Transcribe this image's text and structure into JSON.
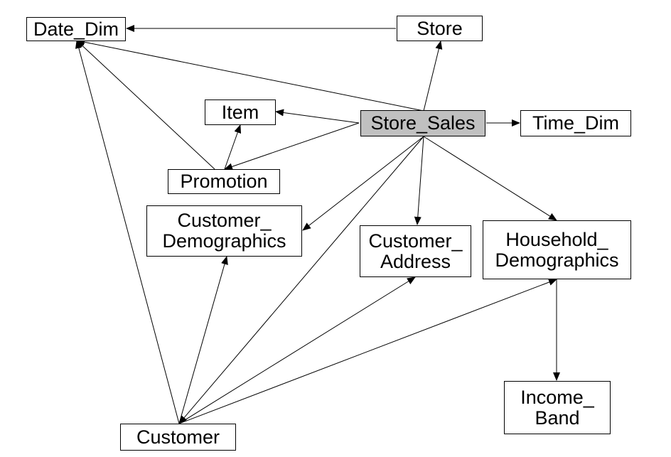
{
  "diagram": {
    "accent_color": "#c0c0c0",
    "nodes": [
      {
        "id": "date_dim",
        "label": "Date_Dim"
      },
      {
        "id": "store",
        "label": "Store"
      },
      {
        "id": "item",
        "label": "Item"
      },
      {
        "id": "store_sales",
        "label": "Store_Sales",
        "highlight": true
      },
      {
        "id": "time_dim",
        "label": "Time_Dim"
      },
      {
        "id": "promotion",
        "label": "Promotion"
      },
      {
        "id": "customer_demographics",
        "label": "Customer_\nDemographics"
      },
      {
        "id": "customer_address",
        "label": "Customer_\nAddress"
      },
      {
        "id": "household_demographics",
        "label": "Household_\nDemographics"
      },
      {
        "id": "income_band",
        "label": "Income_\nBand"
      },
      {
        "id": "customer",
        "label": "Customer"
      }
    ],
    "edges": [
      {
        "from": "store",
        "to": "date_dim"
      },
      {
        "from": "store_sales",
        "to": "date_dim"
      },
      {
        "from": "store_sales",
        "to": "store"
      },
      {
        "from": "store_sales",
        "to": "item"
      },
      {
        "from": "store_sales",
        "to": "time_dim"
      },
      {
        "from": "store_sales",
        "to": "promotion"
      },
      {
        "from": "store_sales",
        "to": "customer_demographics"
      },
      {
        "from": "store_sales",
        "to": "customer_address"
      },
      {
        "from": "store_sales",
        "to": "household_demographics"
      },
      {
        "from": "store_sales",
        "to": "customer"
      },
      {
        "from": "promotion",
        "to": "item"
      },
      {
        "from": "promotion",
        "to": "date_dim"
      },
      {
        "from": "customer",
        "to": "date_dim"
      },
      {
        "from": "customer",
        "to": "customer_demographics"
      },
      {
        "from": "customer",
        "to": "customer_address"
      },
      {
        "from": "customer",
        "to": "household_demographics"
      },
      {
        "from": "household_demographics",
        "to": "income_band"
      }
    ]
  }
}
